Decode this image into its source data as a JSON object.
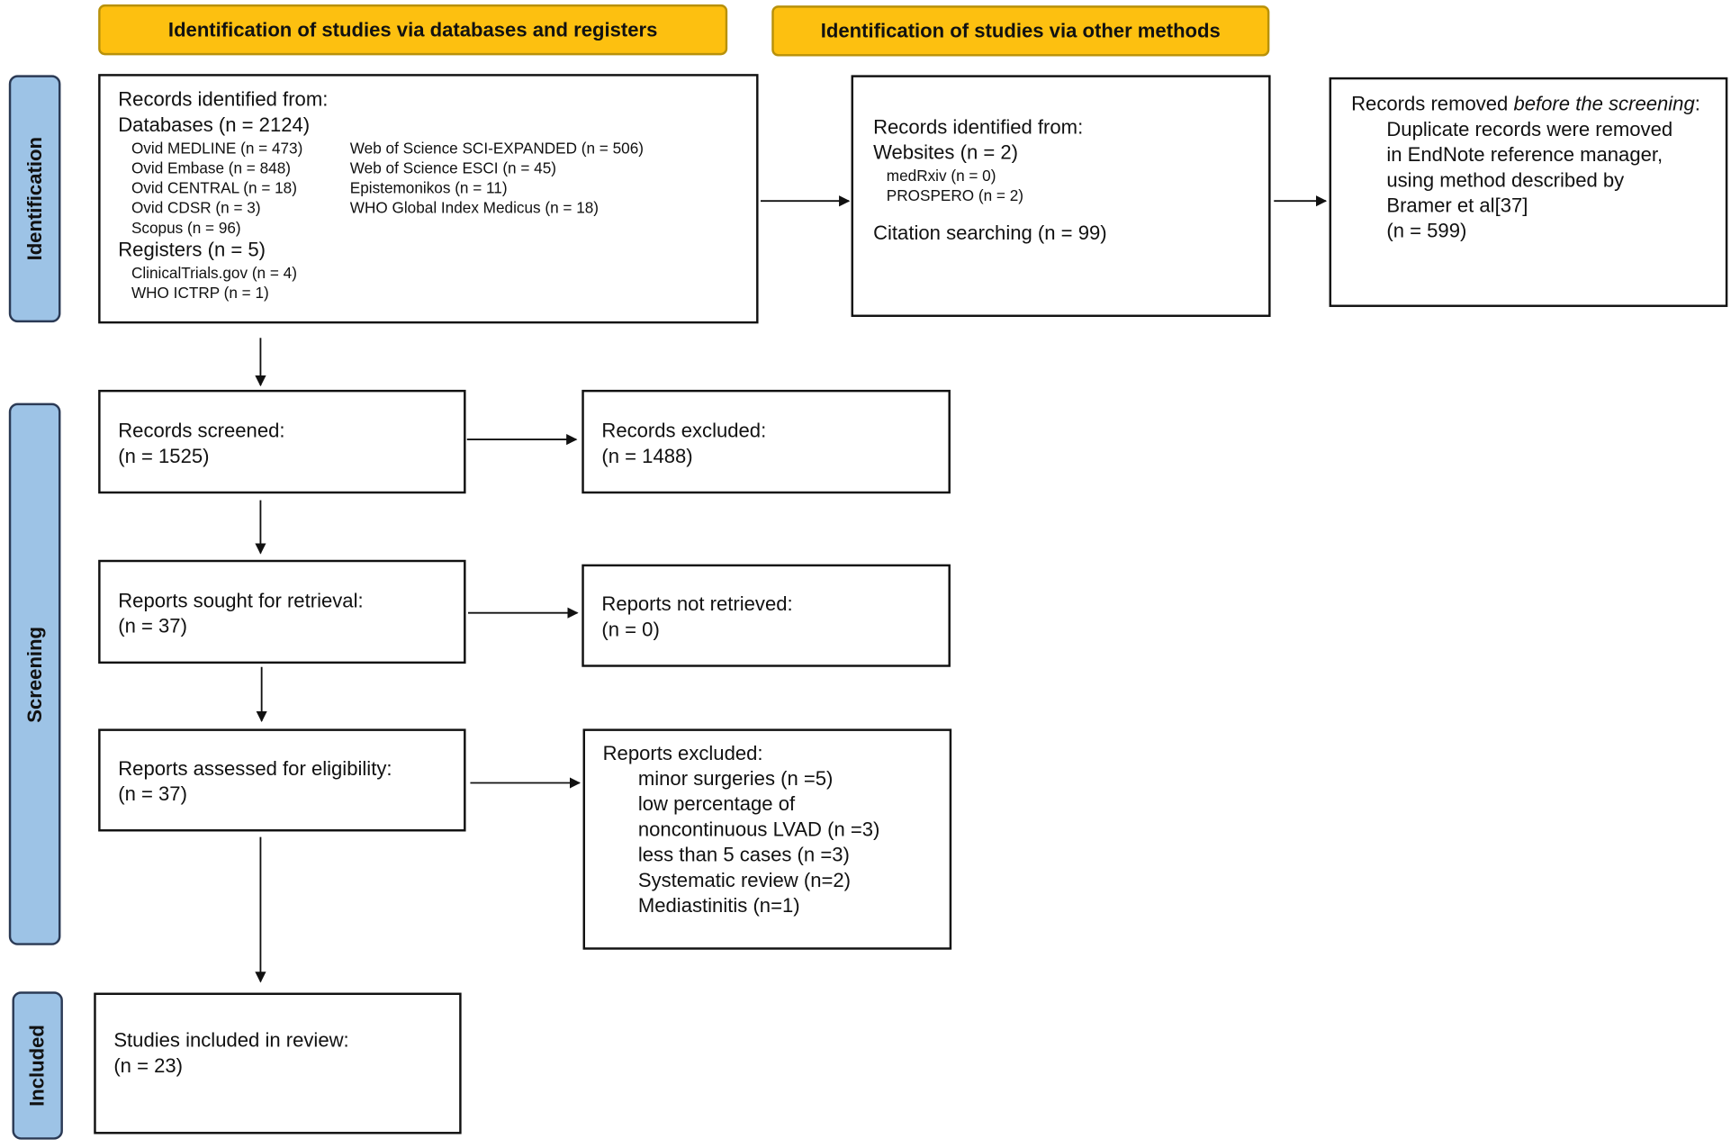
{
  "headers": {
    "databases": "Identification of studies via databases and registers",
    "other": "Identification of studies via other methods"
  },
  "phases": {
    "identification": "Identification",
    "screening": "Screening",
    "included": "Included"
  },
  "colors": {
    "header_fill": "#fdc010",
    "phase_fill": "#9dc3e6"
  },
  "db_box": {
    "title": "Records identified from:",
    "databases": "Databases (n = 2124)",
    "db_col1": [
      "Ovid MEDLINE (n = 473)",
      "Ovid Embase (n = 848)",
      "Ovid CENTRAL (n = 18)",
      "Ovid CDSR (n = 3)",
      "Scopus (n = 96)"
    ],
    "db_col2": [
      "Web of Science SCI-EXPANDED (n = 506)",
      "Web of Science ESCI (n = 45)",
      "Epistemonikos (n = 11)",
      "WHO Global Index Medicus (n = 18)"
    ],
    "registers": "Registers (n = 5)",
    "reg_items": [
      "ClinicalTrials.gov (n = 4)",
      "WHO ICTRP (n = 1)"
    ]
  },
  "other_box": {
    "title": "Records identified from:",
    "websites": "Websites (n = 2)",
    "web_items": [
      "medRxiv (n = 0)",
      "PROSPERO (n = 2)"
    ],
    "citation": "Citation searching (n = 99)"
  },
  "removed_box": {
    "title_a": "Records removed ",
    "title_b": "before the screening",
    "title_c": ":",
    "lines": [
      "Duplicate records were removed",
      "in EndNote reference manager,",
      "using method described by",
      "Bramer et al[37]",
      "(n = 599)"
    ]
  },
  "screened": {
    "label": "Records screened:",
    "n": "(n = 1525)"
  },
  "excluded": {
    "label": "Records excluded:",
    "n": "(n = 1488)"
  },
  "sought": {
    "label": "Reports sought for retrieval:",
    "n": "(n = 37)"
  },
  "not_retrieved": {
    "label": "Reports not retrieved:",
    "n": "(n = 0)"
  },
  "assessed": {
    "label": "Reports assessed for eligibility:",
    "n": "(n = 37)"
  },
  "reports_excluded": {
    "label": "Reports excluded:",
    "items": [
      "minor surgeries (n =5)",
      "low percentage of",
      "noncontinuous LVAD (n =3)",
      "less than 5 cases (n =3)",
      "Systematic review (n=2)",
      "Mediastinitis (n=1)"
    ]
  },
  "included": {
    "label": "Studies included in review:",
    "n": "(n = 23)"
  }
}
